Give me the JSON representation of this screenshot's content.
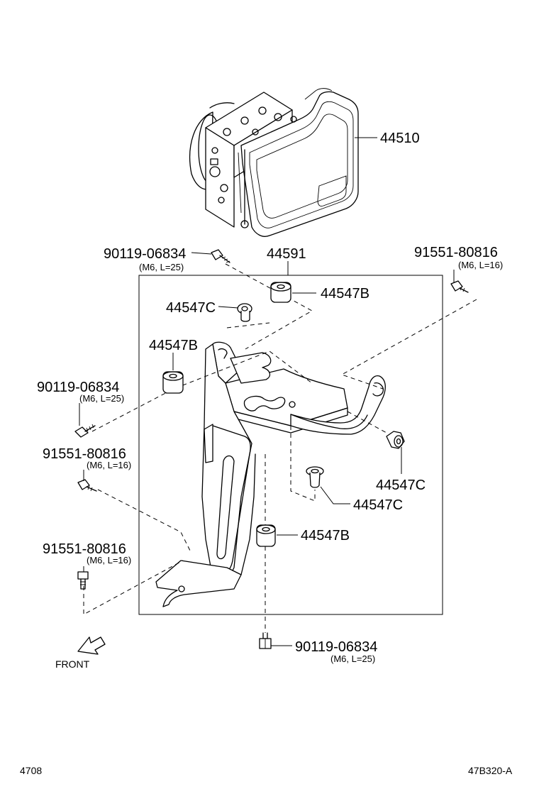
{
  "page": {
    "page_number": "4708",
    "figure_id": "47B320-A"
  },
  "direction": {
    "label": "FRONT"
  },
  "parts": {
    "actuator": {
      "number": "44510"
    },
    "bracket": {
      "number": "44591"
    },
    "cushion_top": {
      "number": "44547B"
    },
    "cushion_left": {
      "number": "44547B"
    },
    "cushion_lower": {
      "number": "44547B"
    },
    "collar_top": {
      "number": "44547C"
    },
    "collar_right": {
      "number": "44547C"
    },
    "collar_center": {
      "number": "44547C"
    },
    "bolt_top": {
      "number": "90119-06834",
      "spec": "(M6, L=25)"
    },
    "bolt_left": {
      "number": "90119-06834",
      "spec": "(M6, L=25)"
    },
    "bolt_bottom": {
      "number": "90119-06834",
      "spec": "(M6, L=25)"
    },
    "bolt_top_right": {
      "number": "91551-80816",
      "spec": "(M6, L=16)"
    },
    "bolt_mid_left": {
      "number": "91551-80816",
      "spec": "(M6, L=16)"
    },
    "bolt_low_left": {
      "number": "91551-80816",
      "spec": "(M6, L=16)"
    }
  }
}
